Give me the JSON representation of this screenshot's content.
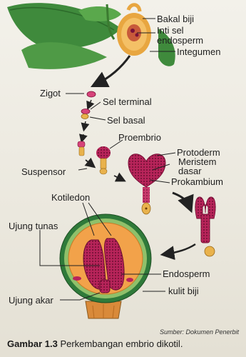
{
  "labels": {
    "bakal_biji": "Bakal biji",
    "inti_sel": "Inti sel",
    "endosperm_top": "endosperm",
    "integumen": "Integumen",
    "zigot": "Zigot",
    "sel_terminal": "Sel terminal",
    "sel_basal": "Sel basal",
    "proembrio": "Proembrio",
    "suspensor": "Suspensor",
    "protoderm": "Protoderm",
    "meristem": "Meristem",
    "dasar": "dasar",
    "prokambium": "Prokambium",
    "kotiledon": "Kotiledon",
    "ujung_tunas": "Ujung tunas",
    "endosperm": "Endosperm",
    "kulit_biji": "kulit biji",
    "ujung_akar": "Ujung akar"
  },
  "source": "Sumber: Dokumen Penerbit",
  "caption": {
    "number": "Gambar 1.3",
    "text": "Perkembangan embrio dikotil."
  },
  "colors": {
    "embryo": "#b8245a",
    "embryo_dark": "#7a1238",
    "leaf": "#3f8a3c",
    "seed_coat": "#8fc06a",
    "endosperm": "#f2a24a",
    "suspensor": "#e9b24c"
  }
}
